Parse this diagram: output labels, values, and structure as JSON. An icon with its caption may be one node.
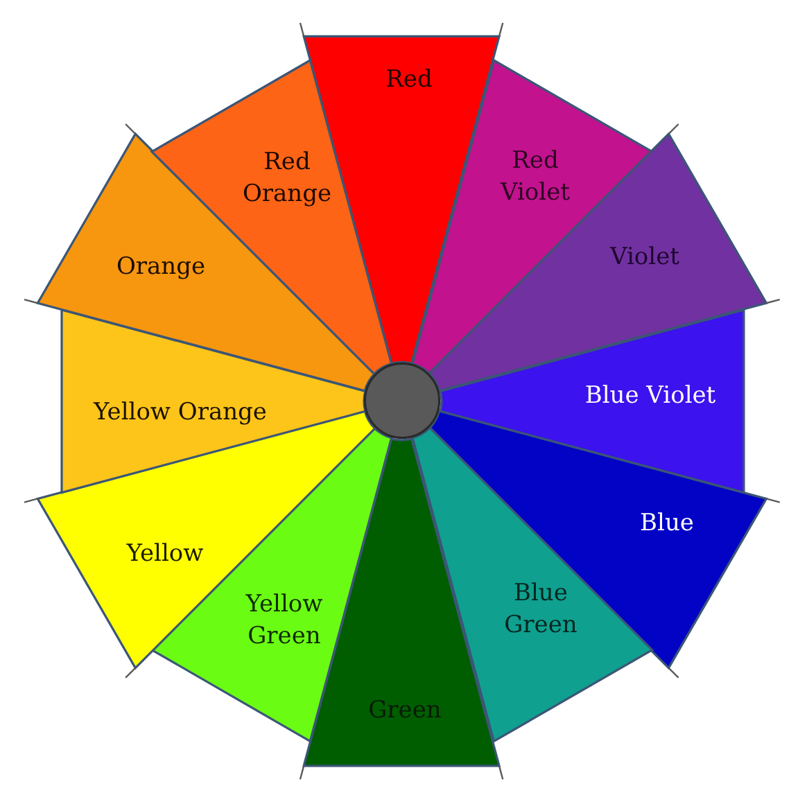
{
  "diagram": {
    "nodes": [
      {
        "text": [
          "Red"
        ]
      },
      {
        "text": [
          "Red Violet"
        ]
      },
      {
        "text": [
          "Violet"
        ]
      },
      {
        "text": [
          "Blue Violet"
        ]
      },
      {
        "text": [
          "Blue"
        ]
      },
      {
        "text": [
          "Blue Green"
        ]
      },
      {
        "text": [
          "Green"
        ]
      },
      {
        "text": [
          "Yellow Green"
        ]
      },
      {
        "text": [
          "Yellow"
        ]
      },
      {
        "text": [
          "Yellow Orange"
        ]
      },
      {
        "text": [
          "Orange"
        ]
      },
      {
        "text": [
          "Red Orange"
        ]
      },
      {
        "text": [],
        "shape": "circle"
      }
    ]
  }
}
